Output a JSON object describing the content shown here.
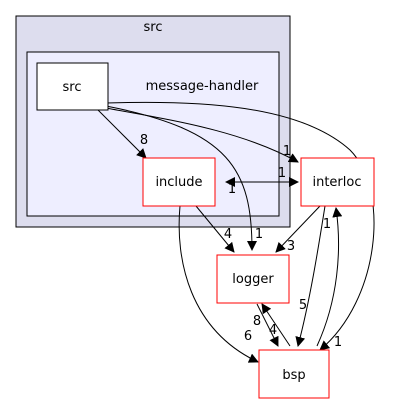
{
  "graph": {
    "outer_cluster": {
      "label": "src"
    },
    "inner_cluster": {
      "label": "message-handler"
    },
    "nodes": {
      "src": {
        "label": "src"
      },
      "include": {
        "label": "include"
      },
      "interloc": {
        "label": "interloc"
      },
      "logger": {
        "label": "logger"
      },
      "bsp": {
        "label": "bsp"
      }
    },
    "edges": {
      "src_include": "8",
      "src_interloc": "1",
      "src_logger": "1",
      "src_bsp": "1",
      "include_interloc": "1",
      "interloc_include": "1",
      "include_logger": "4",
      "include_bsp": "6",
      "interloc_logger": "3",
      "interloc_bsp": "1",
      "bsp_interloc": "5",
      "logger_bsp": "4",
      "bsp_logger": "8"
    },
    "colors": {
      "outer_fill": "#ddddee",
      "outer_stroke": "#000000",
      "inner_fill": "#eeeeff",
      "node_border_external": "#ff0000",
      "node_border_plain": "#000000",
      "edge": "#000000"
    }
  }
}
